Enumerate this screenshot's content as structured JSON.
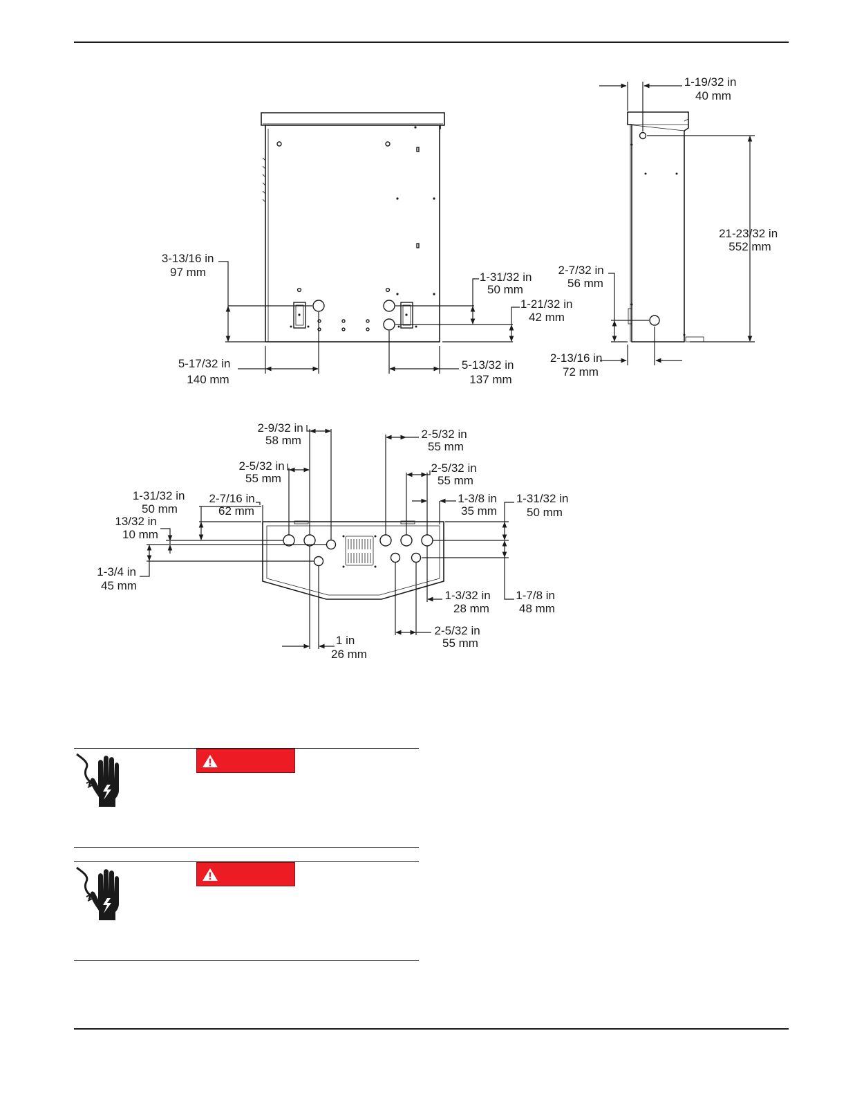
{
  "colors": {
    "danger": "#ed1c24",
    "ink": "#1a1a1a"
  },
  "front_view": {
    "dim_left_height": [
      "3-13/16 in",
      "97 mm"
    ],
    "dim_right_upper": [
      "1-31/32 in",
      "50 mm"
    ],
    "dim_right_lower": [
      "1-21/32 in",
      "42 mm"
    ],
    "dim_bottom_left": [
      "5-17/32 in",
      "140 mm"
    ],
    "dim_bottom_right": [
      "5-13/32 in",
      "137 mm"
    ]
  },
  "side_view": {
    "dim_top": [
      "1-19/32 in",
      "40 mm"
    ],
    "dim_height": [
      "21-23/32 in",
      "552 mm"
    ],
    "dim_hole_height": [
      "2-7/32 in",
      "56 mm"
    ],
    "dim_hole_offset": [
      "2-13/16 in",
      "72 mm"
    ]
  },
  "bottom_view": {
    "dim_a": [
      "2-9/32 in",
      "58 mm"
    ],
    "dim_b": [
      "2-5/32 in",
      "55 mm"
    ],
    "dim_c": [
      "2-5/32 in",
      "55 mm"
    ],
    "dim_d": [
      "2-5/32 in",
      "55 mm"
    ],
    "dim_e": [
      "1-31/32 in",
      "50 mm"
    ],
    "dim_f": [
      "2-7/16 in",
      "62 mm"
    ],
    "dim_g": [
      "1-3/8 in",
      "35 mm"
    ],
    "dim_h": [
      "1-31/32 in",
      "50 mm"
    ],
    "dim_i": [
      "13/32 in",
      "10 mm"
    ],
    "dim_j": [
      "1-3/4 in",
      "45 mm"
    ],
    "dim_k": [
      "1-3/32 in",
      "28 mm"
    ],
    "dim_l": [
      "1-7/8 in",
      "48 mm"
    ],
    "dim_m": [
      "2-5/32 in",
      "55 mm"
    ],
    "dim_n": [
      "1 in",
      "26 mm"
    ]
  },
  "warnings": [
    {
      "icon": "electrical-shock-hand-icon",
      "badge_icon": "warning-triangle-icon"
    },
    {
      "icon": "electrical-shock-hand-icon",
      "badge_icon": "warning-triangle-icon"
    }
  ]
}
